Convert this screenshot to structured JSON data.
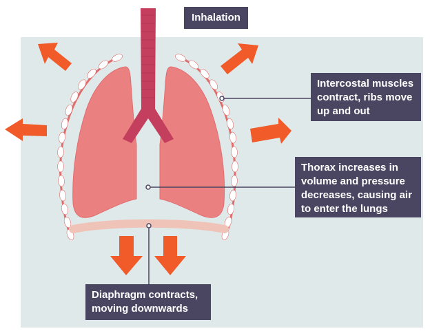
{
  "title": "Inhalation",
  "labels": {
    "intercostal": [
      "Intercostal muscles",
      "contract, ribs move",
      "up and out"
    ],
    "thorax": [
      "Thorax increases in",
      "volume and pressure",
      "decreases, causing air",
      "to enter the lungs"
    ],
    "diaphragm": [
      "Diaphragm contracts,",
      "moving downwards"
    ]
  },
  "colors": {
    "background_panel": "#dfe9e9",
    "lung": "#eb8080",
    "lung_edge": "#e06c70",
    "trachea": "#c43e5e",
    "arrow": "#f15a29",
    "diaphragm": "#f0c3b9",
    "rib_dash": "#e06c6c",
    "callout_bg": "#4a4560",
    "callout_text": "#ffffff"
  }
}
